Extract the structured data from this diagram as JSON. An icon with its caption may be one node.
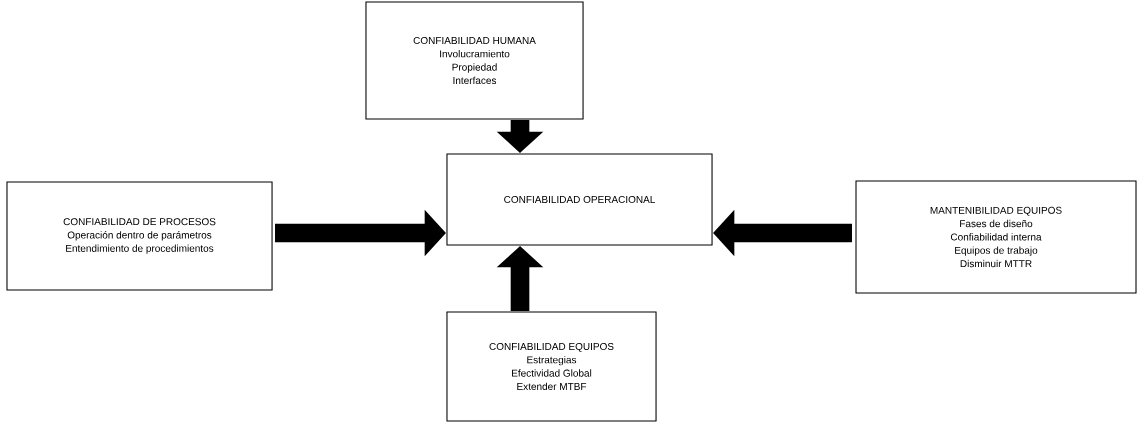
{
  "diagram": {
    "nodes": [
      {
        "text": [
          "CONFIABILIDAD HUMANA",
          "Involucramiento",
          "Propiedad",
          "Interfaces"
        ]
      },
      {
        "text": [
          "CONFIABILIDAD DE PROCESOS",
          "Operación dentro de parámetros",
          "Entendimiento de procedimientos"
        ]
      },
      {
        "text": [
          "CONFIABILIDAD OPERACIONAL"
        ]
      },
      {
        "text": [
          "MANTENIBILIDAD EQUIPOS",
          "Fases de diseño",
          "Confiabilidad interna",
          "Equipos de trabajo",
          "Disminuir MTTR"
        ]
      },
      {
        "text": [
          "CONFIABILIDAD EQUIPOS",
          "Estrategias",
          "Efectividad Global",
          "Extender MTBF"
        ]
      }
    ],
    "edges": [
      {
        "from": 0,
        "to": 2,
        "arrow": "to"
      },
      {
        "from": 1,
        "to": 2,
        "arrow": "to"
      },
      {
        "from": 3,
        "to": 2,
        "arrow": "to"
      },
      {
        "from": 4,
        "to": 2,
        "arrow": "to"
      }
    ]
  }
}
